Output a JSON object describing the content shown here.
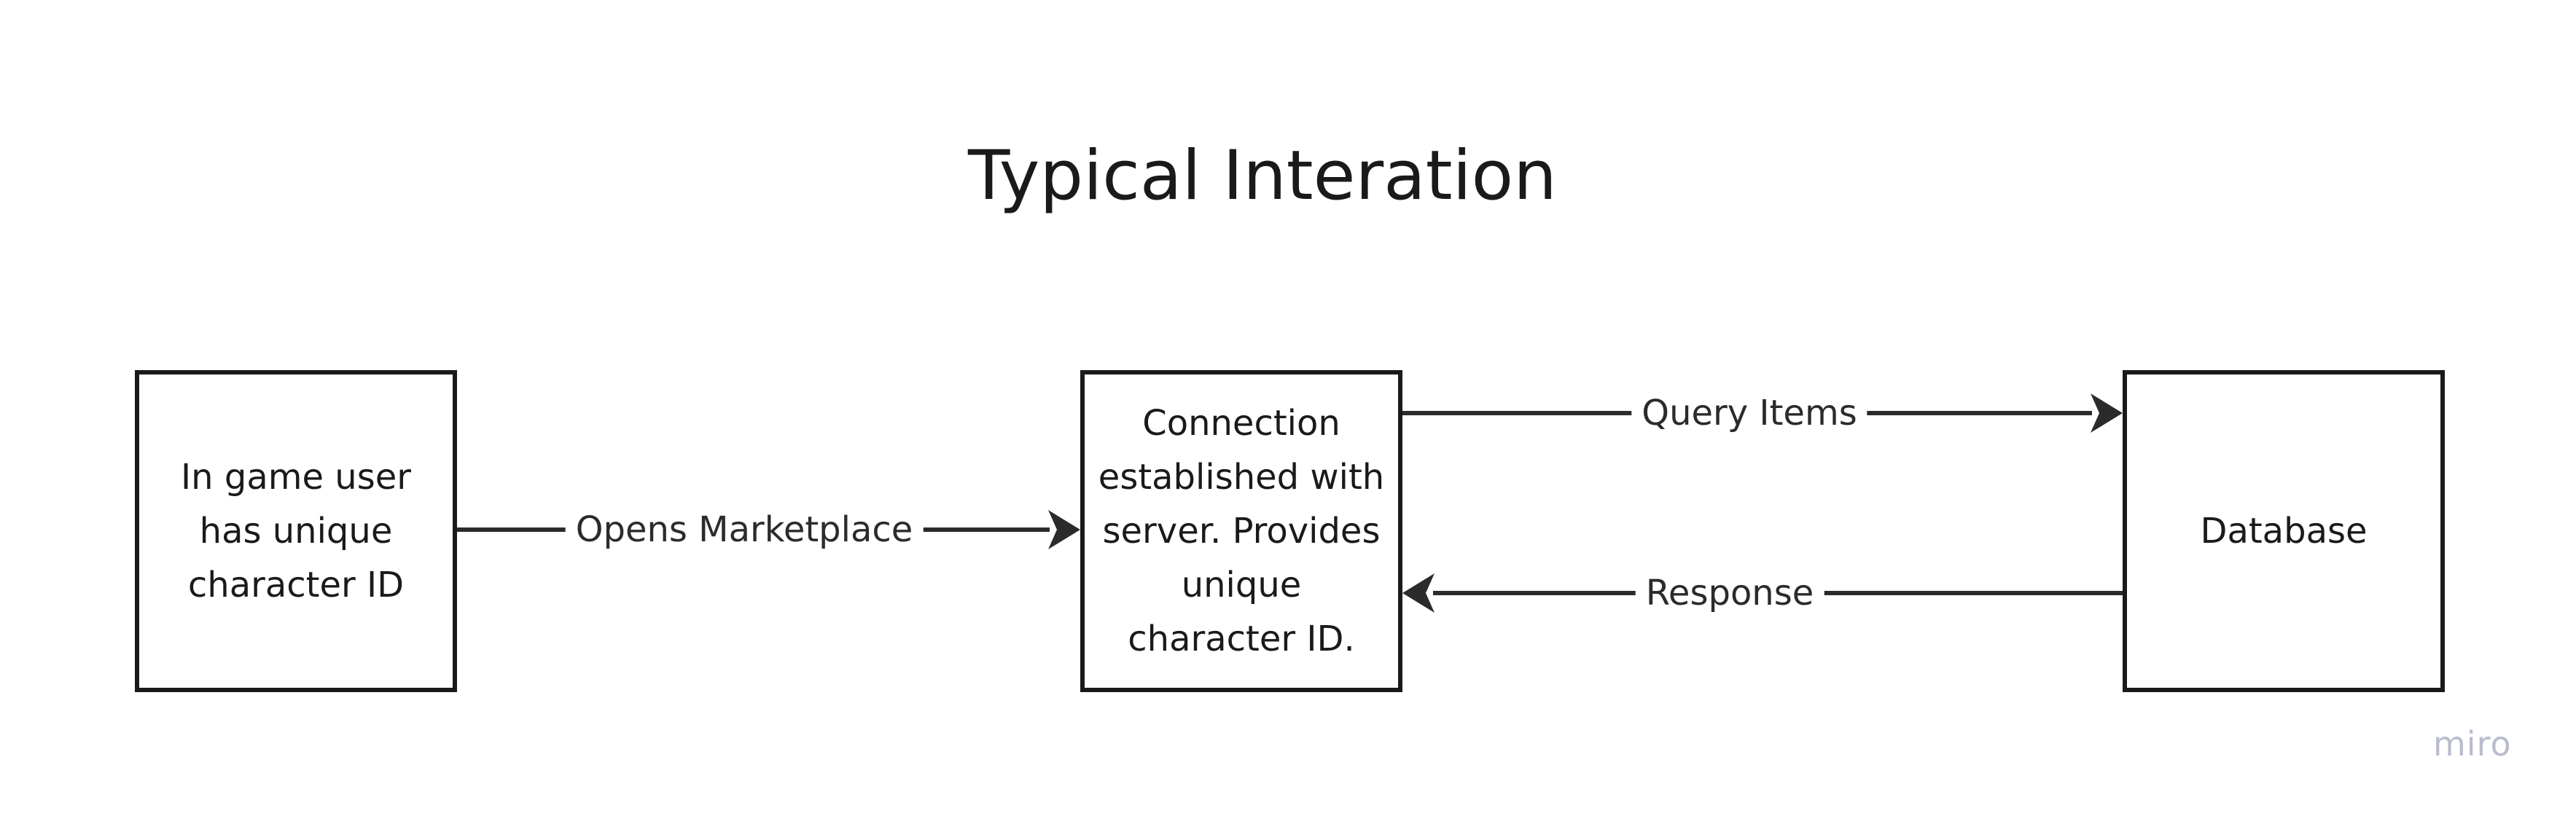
{
  "diagram": {
    "title": "Typical Interation",
    "nodes": [
      {
        "id": "user",
        "label": "In game user\nhas unique\ncharacter ID"
      },
      {
        "id": "server",
        "label": "Connection\nestablished with\nserver. Provides\nunique\ncharacter ID."
      },
      {
        "id": "db",
        "label": "Database"
      }
    ],
    "edges": [
      {
        "from": "user",
        "to": "server",
        "label": "Opens Marketplace"
      },
      {
        "from": "server",
        "to": "db",
        "label": "Query Items"
      },
      {
        "from": "db",
        "to": "server",
        "label": "Response"
      }
    ],
    "colors": {
      "stroke": "#1a1a1a",
      "arrow": "#2b2b2b",
      "watermark": "#b9bccf"
    },
    "watermark": "miro"
  }
}
